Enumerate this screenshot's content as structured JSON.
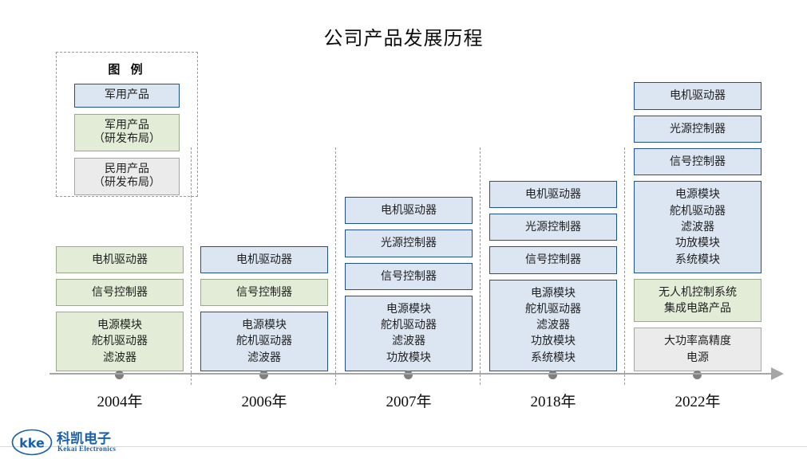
{
  "title": "公司产品发展历程",
  "legend": {
    "heading": "图 例",
    "items": [
      {
        "label": "军用产品",
        "style": "blue"
      },
      {
        "label": "军用产品\n（研发布局）",
        "style": "green"
      },
      {
        "label": "民用产品\n（研发布局）",
        "style": "gray"
      }
    ]
  },
  "timeline": {
    "columns": [
      {
        "year": "2004年",
        "items": [
          {
            "label": "电机驱动器",
            "style": "green"
          },
          {
            "label": "信号控制器",
            "style": "green"
          },
          {
            "label": "电源模块\n舵机驱动器\n滤波器",
            "style": "green"
          }
        ]
      },
      {
        "year": "2006年",
        "items": [
          {
            "label": "电机驱动器",
            "style": "blue"
          },
          {
            "label": "信号控制器",
            "style": "green"
          },
          {
            "label": "电源模块\n舵机驱动器\n滤波器",
            "style": "blue"
          }
        ]
      },
      {
        "year": "2007年",
        "items": [
          {
            "label": "电机驱动器",
            "style": "blue"
          },
          {
            "label": "光源控制器",
            "style": "blue"
          },
          {
            "label": "信号控制器",
            "style": "blue"
          },
          {
            "label": "电源模块\n舵机驱动器\n滤波器\n功放模块",
            "style": "blue"
          }
        ]
      },
      {
        "year": "2018年",
        "items": [
          {
            "label": "电机驱动器",
            "style": "blue"
          },
          {
            "label": "光源控制器",
            "style": "blue"
          },
          {
            "label": "信号控制器",
            "style": "blue"
          },
          {
            "label": "电源模块\n舵机驱动器\n滤波器\n功放模块\n系统模块",
            "style": "blue"
          }
        ]
      },
      {
        "year": "2022年",
        "items": [
          {
            "label": "电机驱动器",
            "style": "blue"
          },
          {
            "label": "光源控制器",
            "style": "blue"
          },
          {
            "label": "信号控制器",
            "style": "blue"
          },
          {
            "label": "电源模块\n舵机驱动器\n滤波器\n功放模块\n系统模块",
            "style": "blue"
          },
          {
            "label": "无人机控制系统\n集成电路产品",
            "style": "green"
          },
          {
            "label": "大功率高精度\n电源",
            "style": "gray"
          }
        ]
      }
    ]
  },
  "logo": {
    "mark_text": "kke",
    "company_cn": "科凯电子",
    "company_en": "Kekai Electronics"
  },
  "colors": {
    "blue_fill": "#dce6f2",
    "blue_border": "#1f5090",
    "green_fill": "#e2ecd6",
    "green_border": "#9bab89",
    "gray_fill": "#ebebeb",
    "gray_border": "#a6a6a6",
    "axis": "#a6a6a6",
    "brand": "#1a61a8"
  }
}
